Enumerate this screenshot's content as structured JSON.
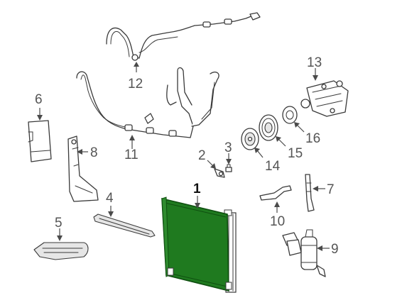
{
  "callouts": {
    "c1": "1",
    "c2": "2",
    "c3": "3",
    "c4": "4",
    "c5": "5",
    "c6": "6",
    "c7": "7",
    "c8": "8",
    "c9": "9",
    "c10": "10",
    "c11": "11",
    "c12": "12",
    "c13": "13",
    "c14": "14",
    "c15": "15",
    "c16": "16"
  },
  "colors": {
    "highlight": "#1f7a1f",
    "highlight_dark": "#0f4f10",
    "line": "#3a3a3a",
    "label": "#555555"
  }
}
